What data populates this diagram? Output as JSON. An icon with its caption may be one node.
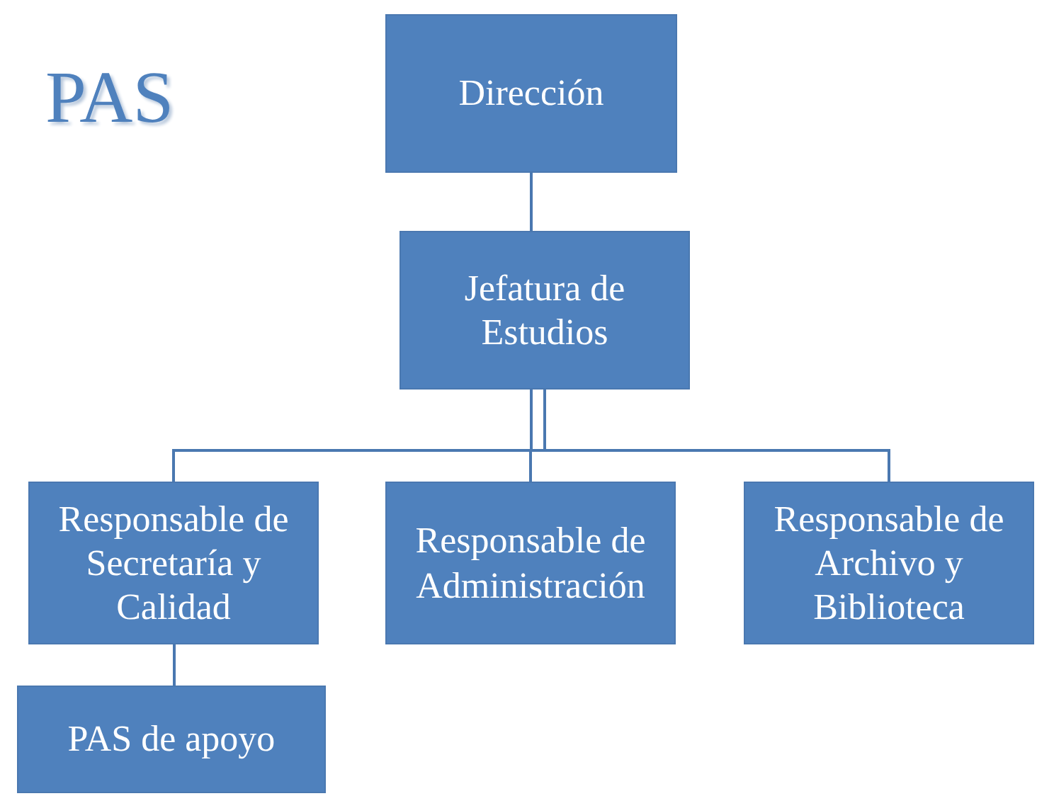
{
  "diagram": {
    "title": "PAS",
    "nodes": [
      {
        "text": [
          "Dirección"
        ]
      },
      {
        "text": [
          "Jefatura de Estudios"
        ]
      },
      {
        "text": [
          "Responsable de Secretaría y Calidad"
        ]
      },
      {
        "text": [
          "Responsable de Administración"
        ]
      },
      {
        "text": [
          "Responsable de Archivo y Biblioteca"
        ]
      },
      {
        "text": [
          "PAS de apoyo"
        ]
      }
    ],
    "edges": [
      {
        "from": 0,
        "to": 1,
        "arrow": "none"
      },
      {
        "from": 1,
        "to": 2,
        "arrow": "none"
      },
      {
        "from": 1,
        "to": 3,
        "arrow": "none"
      },
      {
        "from": 1,
        "to": 4,
        "arrow": "none"
      },
      {
        "from": 2,
        "to": 5,
        "arrow": "none"
      }
    ]
  }
}
